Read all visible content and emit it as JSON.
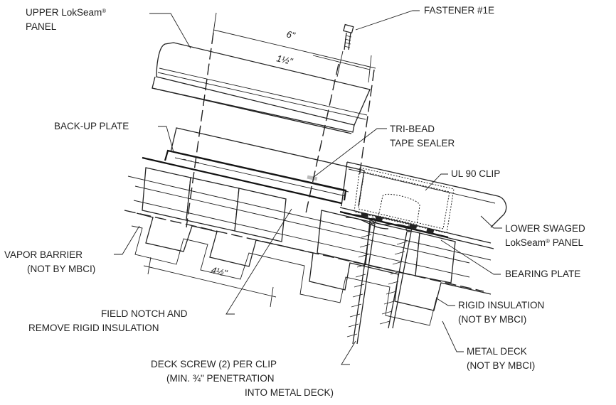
{
  "labels": {
    "upper_panel_1": "UPPER LokSeam",
    "upper_panel_2": "PANEL",
    "fastener": "FASTENER #1E",
    "dim_6": "6\"",
    "dim_1_5": "1½\"",
    "dim_4_5": "4½\"",
    "backup_plate": "BACK-UP PLATE",
    "tribead_1": "TRI-BEAD",
    "tribead_2": "TAPE SEALER",
    "ul90_clip": "UL 90 CLIP",
    "lower_panel_1": "LOWER SWAGED",
    "lower_panel_2": "LokSeam",
    "lower_panel_3": " PANEL",
    "vapor_1": "VAPOR BARRIER",
    "vapor_2": "(NOT BY MBCI)",
    "bearing_plate": "BEARING PLATE",
    "field_notch_1": "FIELD NOTCH AND",
    "field_notch_2": "REMOVE RIGID INSULATION",
    "rigid_1": "RIGID INSULATION",
    "rigid_2": "(NOT BY MBCI)",
    "deck_screw_1": "DECK SCREW (2) PER CLIP",
    "deck_screw_2": "(MIN. ¾\"  PENETRATION",
    "deck_screw_3": "INTO METAL DECK)",
    "metal_deck_1": "METAL DECK",
    "metal_deck_2": "(NOT BY MBCI)",
    "registered": "®"
  }
}
